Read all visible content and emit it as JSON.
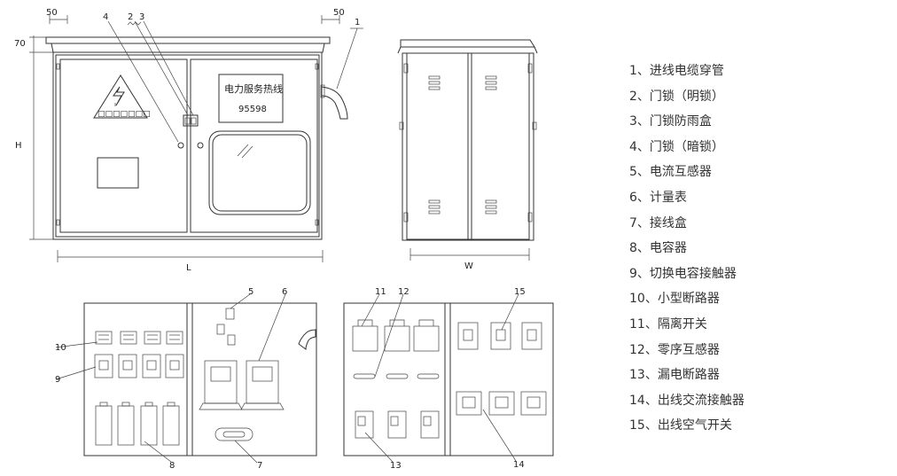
{
  "dimensions": {
    "top_left_margin": "50",
    "top_right_margin": "50",
    "roof_height": "70",
    "height": "H",
    "length": "L",
    "width": "W"
  },
  "hotline": {
    "title": "电力服务热线",
    "number": "95598"
  },
  "warning_placard": "□□□□□□□",
  "callouts": {
    "c1": "1",
    "c2": "2",
    "c3": "3",
    "c4": "4",
    "c5": "5",
    "c6": "6",
    "c7": "7",
    "c8": "8",
    "c9": "9",
    "c10": "10",
    "c11": "11",
    "c12": "12",
    "c13": "13",
    "c14": "14",
    "c15": "15"
  },
  "legend": [
    "1、进线电缆穿管",
    "2、门锁（明锁）",
    "3、门锁防雨盒",
    "4、门锁（暗锁）",
    "5、电流互感器",
    "6、计量表",
    "7、接线盒",
    "8、电容器",
    "9、切换电容接触器",
    "10、小型断路器",
    "11、隔离开关",
    "12、零序互感器",
    "13、漏电断路器",
    "14、出线交流接触器",
    "15、出线空气开关"
  ]
}
